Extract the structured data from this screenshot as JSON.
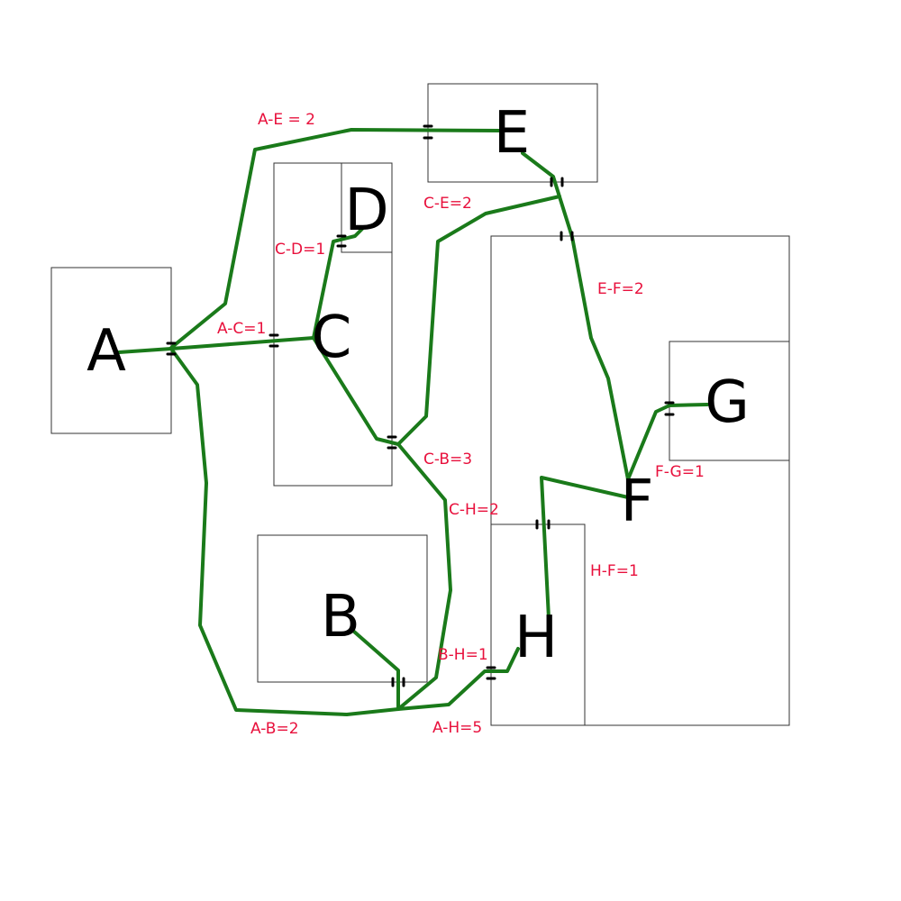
{
  "colors": {
    "edge": "#1a7a1a",
    "edge_label": "#e8103c",
    "box_border": "#333333"
  },
  "nodes": [
    {
      "id": "A",
      "label": "A"
    },
    {
      "id": "B",
      "label": "B"
    },
    {
      "id": "C",
      "label": "C"
    },
    {
      "id": "D",
      "label": "D"
    },
    {
      "id": "E",
      "label": "E"
    },
    {
      "id": "F",
      "label": "F"
    },
    {
      "id": "G",
      "label": "G"
    },
    {
      "id": "H",
      "label": "H"
    }
  ],
  "edges": [
    {
      "id": "A-E",
      "source": "A",
      "target": "E",
      "label": "A-E = 2"
    },
    {
      "id": "A-C",
      "source": "A",
      "target": "C",
      "label": "A-C=1"
    },
    {
      "id": "A-B",
      "source": "A",
      "target": "B",
      "label": "A-B=2"
    },
    {
      "id": "C-D",
      "source": "C",
      "target": "D",
      "label": "C-D=1"
    },
    {
      "id": "C-E",
      "source": "C",
      "target": "E",
      "label": "C-E=2"
    },
    {
      "id": "C-B",
      "source": "C",
      "target": "B",
      "label": "C-B=3"
    },
    {
      "id": "C-H",
      "source": "C",
      "target": "H",
      "label": "C-H=2"
    },
    {
      "id": "E-F",
      "source": "E",
      "target": "F",
      "label": "E-F=2"
    },
    {
      "id": "F-G",
      "source": "F",
      "target": "G",
      "label": "F-G=1"
    },
    {
      "id": "H-F",
      "source": "H",
      "target": "F",
      "label": "H-F=1"
    },
    {
      "id": "B-H",
      "source": "B",
      "target": "H",
      "label": "B-H=1"
    },
    {
      "id": "A-H",
      "source": "A",
      "target": "H",
      "label": "A-H=5"
    }
  ]
}
